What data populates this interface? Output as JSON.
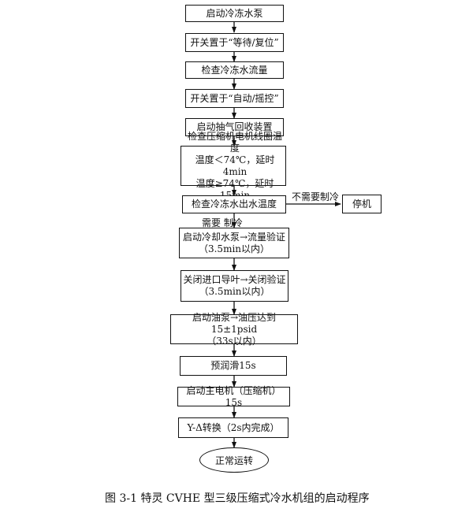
{
  "steps": {
    "s1": "启动冷冻水泵",
    "s2": "开关置于“等待/复位”",
    "s3": "检查冷冻水流量",
    "s4": "开关置于“自动/摇控”",
    "s5": "启动抽气回收装置",
    "s6_line1": "检查压缩机电机线圈温度",
    "s6_line2": "温度＜74℃，延时4min",
    "s6_line3": "温度≥74℃，延时15min",
    "s7": "检查冷冻水出水温度",
    "s8_line1": "启动冷却水泵→流量验证",
    "s8_line2": "（3.5min以内）",
    "s9_line1": "关闭进口导叶→关闭验证",
    "s9_line2": "（3.5min以内）",
    "s10_line1": "启动油泵→油压达到15±1psid",
    "s10_line2": "（33s以内）",
    "s11": "预润滑15s",
    "s12": "启动主电机（压缩机）15s",
    "s13": "Y-Δ转换（2s内完成）",
    "s14": "正常运转",
    "stop": "停机"
  },
  "labels": {
    "no_cooling": "不需要制冷",
    "need_cooling": "需要  制冷"
  },
  "caption": "图 3-1   特灵 CVHE 型三级压缩式冷水机组的启动程序"
}
